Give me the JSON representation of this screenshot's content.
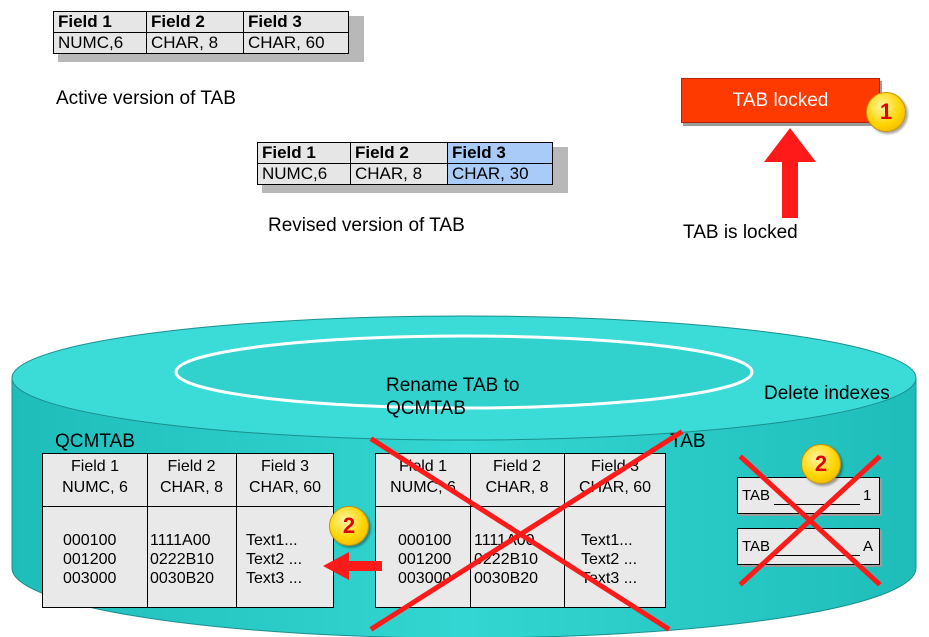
{
  "active_table": {
    "headers": [
      "Field 1",
      "Field 2",
      "Field 3"
    ],
    "types": [
      "NUMC,6",
      "CHAR, 8",
      "CHAR, 60"
    ],
    "caption": "Active version of TAB"
  },
  "revised_table": {
    "headers": [
      "Field 1",
      "Field 2",
      "Field 3"
    ],
    "types": [
      "NUMC,6",
      "CHAR, 8",
      "CHAR, 30"
    ],
    "caption": "Revised version of TAB"
  },
  "lock": {
    "box_label": "TAB locked",
    "caption": "TAB is locked",
    "step": "1"
  },
  "database": {
    "rename_label": "Rename TAB to\nQCMTAB",
    "delete_label": "Delete indexes",
    "qcmtab": {
      "name": "QCMTAB",
      "headers": [
        "Field 1",
        "Field 2",
        "Field 3"
      ],
      "types": [
        "NUMC, 6",
        "CHAR, 8",
        "CHAR, 60"
      ],
      "col1": [
        "000100",
        "001200",
        "003000"
      ],
      "col2": [
        "1111A00",
        "0222B10",
        "0030B20"
      ],
      "col3": [
        "Text1...",
        "Text2 ...",
        "Text3 ..."
      ]
    },
    "tab": {
      "name": "TAB",
      "headers": [
        "Field 1",
        "Field 2",
        "Field 3"
      ],
      "types": [
        "NUMC, 6",
        "CHAR, 8",
        "CHAR, 60"
      ],
      "col1": [
        "000100",
        "001200",
        "003000"
      ],
      "col2": [
        "1111A00",
        "0222B10",
        "0030B20"
      ],
      "col3": [
        "Text1...",
        "Text2 ...",
        "Text3 ..."
      ]
    },
    "indexes": [
      {
        "prefix": "TAB",
        "suffix": "1"
      },
      {
        "prefix": "TAB",
        "suffix": "A"
      }
    ],
    "step": "2"
  },
  "colors": {
    "cylinder": "#2fd3cf",
    "cross": "#ff1a1a",
    "lock_box": "#ff3a00",
    "highlight": "#a9cbf7"
  }
}
